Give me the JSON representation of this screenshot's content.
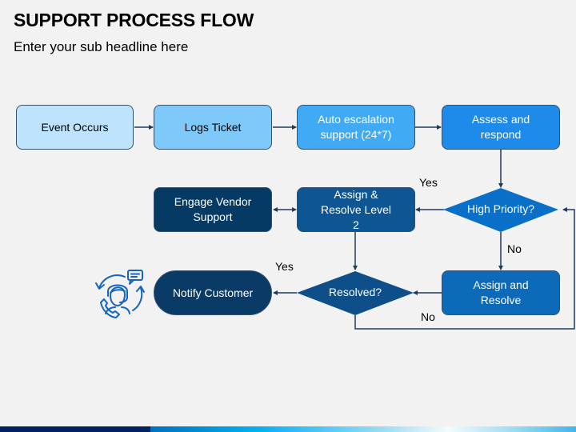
{
  "header": {
    "title": "SUPPORT PROCESS FLOW",
    "subtitle": "Enter your sub headline here"
  },
  "nodes": {
    "event_occurs": "Event Occurs",
    "logs_ticket": "Logs Ticket",
    "auto_escalation": "Auto escalation support (24*7)",
    "assess_respond": "Assess and respond",
    "high_priority": "High Priority?",
    "assign_resolve_l2": "Assign & Resolve Level 2",
    "engage_vendor": "Engage Vendor Support",
    "assign_resolve": "Assign and Resolve",
    "resolved": "Resolved?",
    "notify_customer": "Notify Customer"
  },
  "edge_labels": {
    "high_priority_yes": "Yes",
    "high_priority_no": "No",
    "resolved_yes": "Yes",
    "resolved_no": "No"
  },
  "icons": {
    "customer_support": "customer-support-agent-icon"
  },
  "colors": {
    "event_occurs": "#bde3fd",
    "logs_ticket": "#7fc8fa",
    "auto_escalation": "#40aaf5",
    "assess_respond": "#1e8aea",
    "high_priority": "#0a6fc8",
    "assign_resolve": "#0d6ab8",
    "assign_resolve_l2": "#0e5593",
    "resolved": "#0e4f8a",
    "engage_vendor": "#053a65",
    "notify_customer": "#0a3a66",
    "connector": "#1f3b5c"
  }
}
